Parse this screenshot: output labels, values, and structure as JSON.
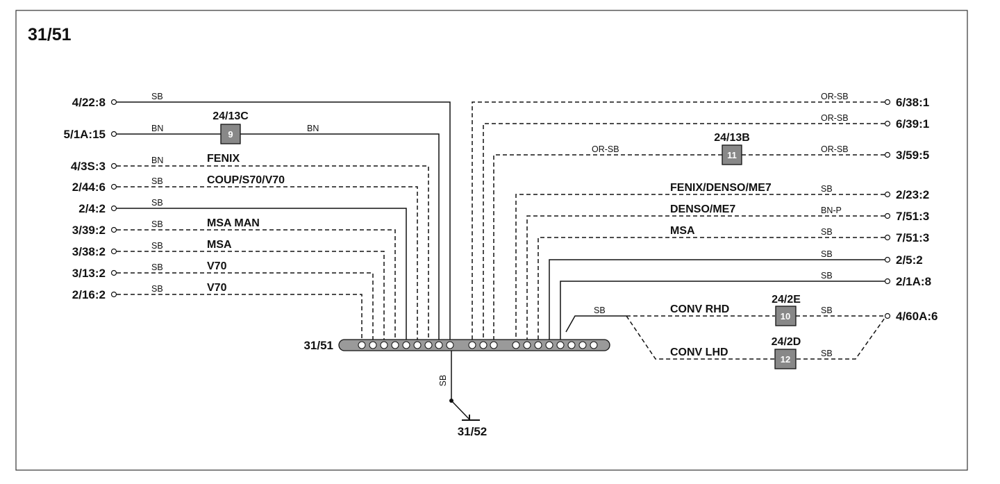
{
  "title": "31/51",
  "left_terminals": [
    {
      "label": "4/22:8",
      "wire": "SB",
      "note": "",
      "line": "solid"
    },
    {
      "label": "5/1A:15",
      "wire": "BN",
      "note": "",
      "line": "solid"
    },
    {
      "label": "4/3S:3",
      "wire": "BN",
      "note": "FENIX",
      "line": "dashed"
    },
    {
      "label": "2/44:6",
      "wire": "SB",
      "note": "COUP/S70/V70",
      "line": "dashed"
    },
    {
      "label": "2/4:2",
      "wire": "SB",
      "note": "",
      "line": "solid"
    },
    {
      "label": "3/39:2",
      "wire": "SB",
      "note": "MSA MAN",
      "line": "dashed"
    },
    {
      "label": "3/38:2",
      "wire": "SB",
      "note": "MSA",
      "line": "dashed"
    },
    {
      "label": "3/13:2",
      "wire": "SB",
      "note": "V70",
      "line": "dashed"
    },
    {
      "label": "2/16:2",
      "wire": "SB",
      "note": "V70",
      "line": "dashed"
    }
  ],
  "right_terminals": [
    {
      "label": "6/38:1",
      "wire": "OR-SB",
      "note": "",
      "line": "dashed"
    },
    {
      "label": "6/39:1",
      "wire": "OR-SB",
      "note": "",
      "line": "dashed"
    },
    {
      "label": "3/59:5",
      "wire": "OR-SB",
      "wire_in": "OR-SB",
      "note": "",
      "line": "dashed"
    },
    {
      "label": "2/23:2",
      "wire": "SB",
      "note": "FENIX/DENSO/ME7",
      "line": "dashed"
    },
    {
      "label": "7/51:3",
      "wire": "BN-P",
      "note": "DENSO/ME7",
      "line": "dashed"
    },
    {
      "label": "7/51:3",
      "wire": "SB",
      "note": "MSA",
      "line": "dashed"
    },
    {
      "label": "2/5:2",
      "wire": "SB",
      "note": "",
      "line": "solid"
    },
    {
      "label": "2/1A:8",
      "wire": "SB",
      "note": "",
      "line": "solid"
    }
  ],
  "components": [
    {
      "ref": "24/13C",
      "num": "9"
    },
    {
      "ref": "24/13B",
      "num": "11"
    },
    {
      "ref": "24/2E",
      "num": "10"
    },
    {
      "ref": "24/2D",
      "num": "12"
    }
  ],
  "conv": {
    "rhd_label": "CONV RHD",
    "lhd_label": "CONV LHD",
    "wire_in": "SB",
    "wire_rhd": "SB",
    "wire_lhd": "SB",
    "terminal": "4/60A:6"
  },
  "splice": {
    "label": "31/51"
  },
  "ground": {
    "label": "31/52",
    "wire": "SB"
  }
}
